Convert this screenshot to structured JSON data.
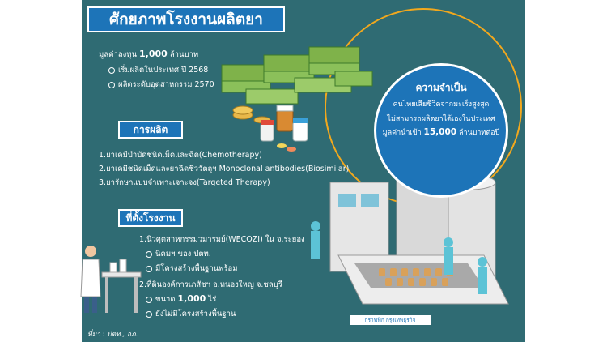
{
  "title": "ศักยภาพโรงงานผลิตยา",
  "investment": {
    "prefix": "มูลค่าลงทุน ",
    "amount": "1,000",
    "suffix": " ล้านบาท",
    "items": [
      "เริ่มผลิตในประเทศ ปี 2568",
      "ผลิตระดับอุตสาหกรรม 2570"
    ]
  },
  "production": {
    "heading": "การผลิต",
    "items": [
      "1.ยาเคมีบำบัดชนิดเม็ดและฉีด(Chemotherapy)",
      "2.ยาเคมีชนิดเม็ดและยาฉีดชีววัตถุฯ Monoclonal antibodies(Biosimilar)",
      "3.ยารักษาแบบจำเพาะเจาะจง(Targeted Therapy)"
    ]
  },
  "location": {
    "heading": "ที่ตั้งโรงงาน",
    "site1": {
      "title": "1.นิวศุตสาหกรรมวมารมย์(WECOZI) ใน จ.ระยอง",
      "items": [
        "นิคมฯ ของ ปตท.",
        "มีโครงสร้างพื้นฐานพร้อม"
      ]
    },
    "site2": {
      "title": "2.ที่ดินองค์การเภสัชฯ อ.หนองใหญ่ จ.ชลบุรี",
      "item1_prefix": "ขนาด ",
      "item1_amount": "1,000",
      "item1_suffix": " ไร่",
      "item2": "ยังไม่มีโครงสร้างพื้นฐาน"
    }
  },
  "need": {
    "title": "ความจำเป็น",
    "line1": "คนไทยเสียชีวิตจากมะเร็งสูงสุด",
    "line2": "ไม่สามารถผลิตยาได้เองในประเทศ",
    "line3_prefix": "มูลค่านำเข้า ",
    "line3_amount": "15,000",
    "line3_suffix": " ล้านบาทต่อปี"
  },
  "source": "ที่มา : ปตท., อภ.",
  "credit": "กราฟฟิก กรุงเทพธุรกิจ",
  "colors": {
    "panel": "#2f6b73",
    "accent_blue": "#1d74b8",
    "ring": "#f2a81d",
    "text": "#ffffff"
  }
}
